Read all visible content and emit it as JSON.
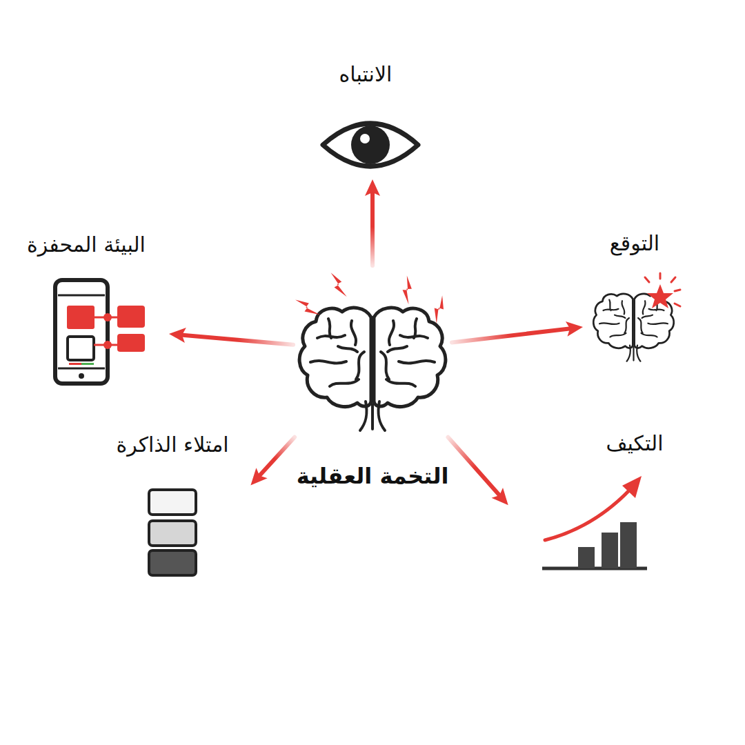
{
  "diagram": {
    "nodes": [
      {
        "text": [
          "التخمة العقلية"
        ]
      },
      {
        "text": [
          "الانتباه"
        ]
      },
      {
        "text": [
          "التوقع"
        ]
      },
      {
        "text": [
          "التكيف"
        ]
      },
      {
        "text": [
          "امتلاء الذاكرة"
        ]
      },
      {
        "text": [
          "البيئة المحفزة"
        ]
      }
    ],
    "edges": [
      {
        "from": 0,
        "to": 1,
        "arrow": "to"
      },
      {
        "from": 0,
        "to": 2,
        "arrow": "to"
      },
      {
        "from": 0,
        "to": 3,
        "arrow": "to"
      },
      {
        "from": 0,
        "to": 4,
        "arrow": "to"
      },
      {
        "from": 0,
        "to": 5,
        "arrow": "to"
      }
    ]
  }
}
